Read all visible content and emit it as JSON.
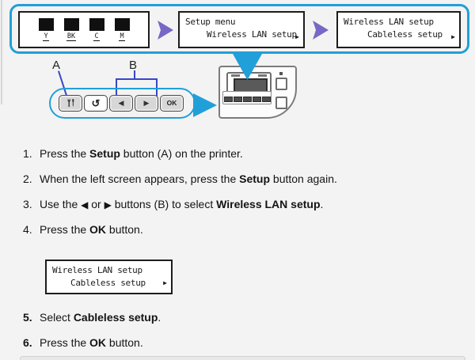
{
  "flow": {
    "ink_labels": [
      "Y",
      "BK",
      "C",
      "M"
    ],
    "screen2": {
      "line1": "Setup menu",
      "line2": "Wireless LAN setup",
      "cursor": "▶"
    },
    "screen3": {
      "line1": "Wireless LAN setup",
      "line2": "Cableless setup",
      "cursor": "▶"
    }
  },
  "diagram": {
    "label_a": "A",
    "label_b": "B",
    "buttons": {
      "back_glyph": "↺",
      "left_glyph": "◀",
      "right_glyph": "▶",
      "ok_label": "OK"
    }
  },
  "icons": {
    "left-triangle": "◀",
    "right-triangle": "▶"
  },
  "lcd_inset": {
    "line1": "Wireless LAN setup",
    "line2": "Cableless setup",
    "cursor": "▶"
  },
  "steps": [
    {
      "num": "1.",
      "bold_num": false,
      "parts": [
        {
          "text": "Press the "
        },
        {
          "text": "Setup",
          "bold": true
        },
        {
          "text": " button (A) on the printer."
        }
      ]
    },
    {
      "num": "2.",
      "bold_num": false,
      "parts": [
        {
          "text": "When the left screen appears, press the "
        },
        {
          "text": "Setup",
          "bold": true
        },
        {
          "text": " button again."
        }
      ]
    },
    {
      "num": "3.",
      "bold_num": false,
      "parts": [
        {
          "text": "Use the "
        },
        {
          "icon": "left-triangle"
        },
        {
          "text": " or "
        },
        {
          "icon": "right-triangle"
        },
        {
          "text": " buttons (B) to select "
        },
        {
          "text": "Wireless LAN setup",
          "bold": true
        },
        {
          "text": "."
        }
      ]
    },
    {
      "num": "4.",
      "bold_num": false,
      "parts": [
        {
          "text": "Press the "
        },
        {
          "text": "OK",
          "bold": true
        },
        {
          "text": " button."
        }
      ]
    },
    {
      "num": "5.",
      "bold_num": true,
      "parts": [
        {
          "text": "Select "
        },
        {
          "text": "Cableless setup",
          "bold": true
        },
        {
          "text": "."
        }
      ]
    },
    {
      "num": "6.",
      "bold_num": true,
      "parts": [
        {
          "text": "Press the "
        },
        {
          "text": "OK",
          "bold": true
        },
        {
          "text": " button."
        }
      ]
    }
  ],
  "colors": {
    "accent_blue": "#219fd9",
    "arrow_purple": "#7668c5",
    "pointer_blue": "#3946c9"
  }
}
